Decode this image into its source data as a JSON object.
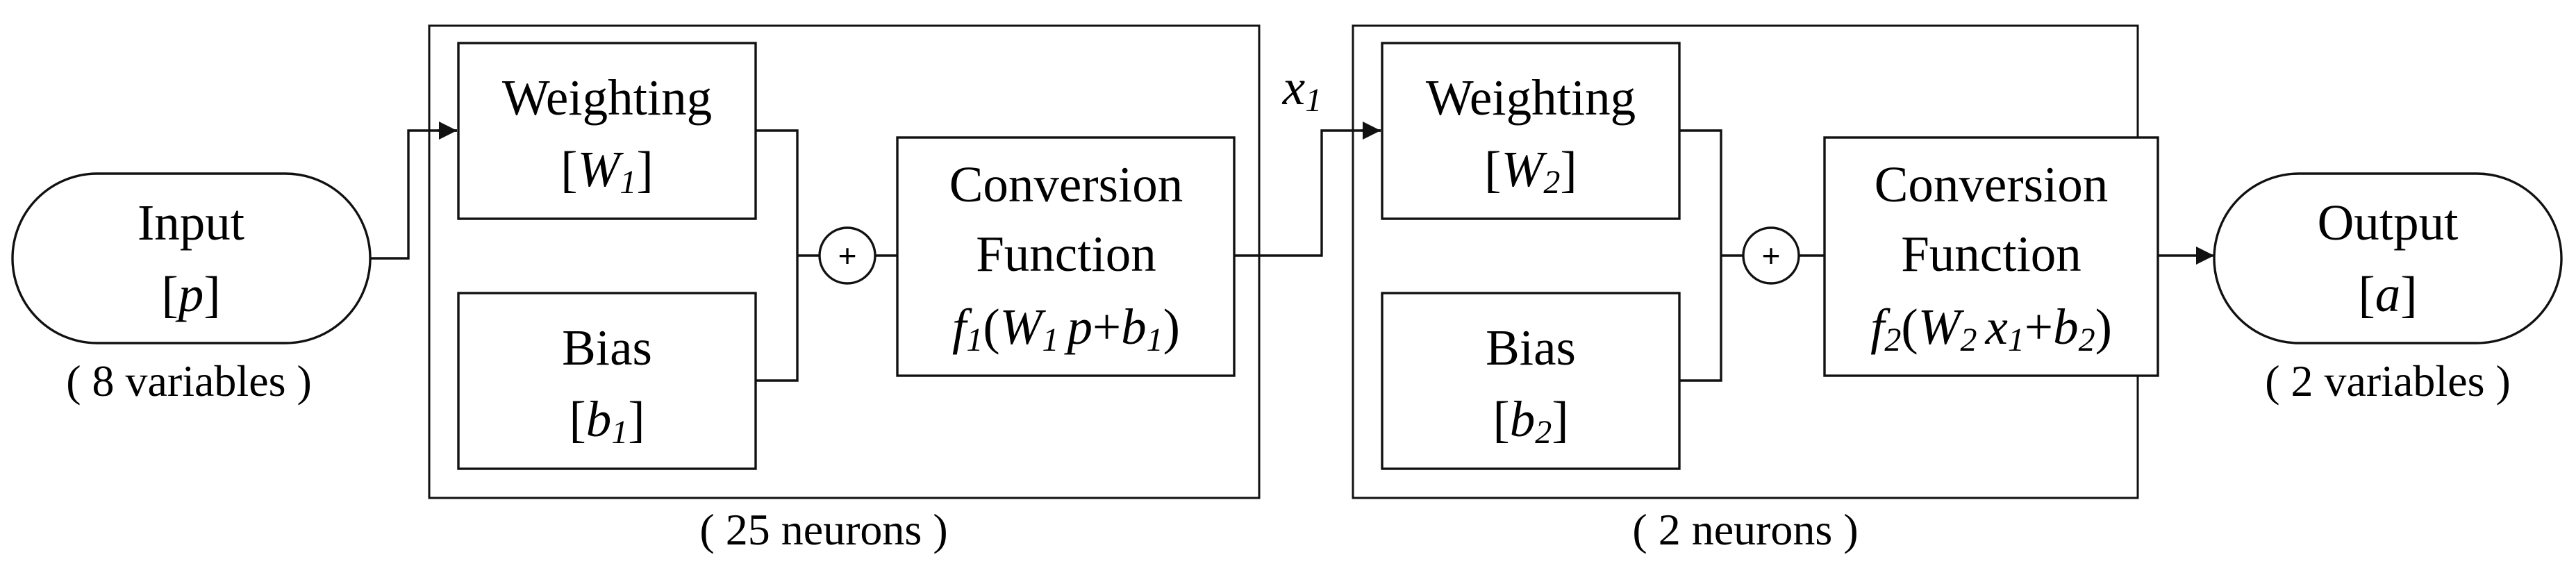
{
  "input": {
    "line1": "Input",
    "symbol": "p",
    "note": "( 8 variables )"
  },
  "output": {
    "line1": "Output",
    "symbol": "a",
    "note": "( 2 variables )"
  },
  "layer1": {
    "weighting": {
      "title": "Weighting",
      "symbol": "W",
      "sub": "1"
    },
    "bias": {
      "title": "Bias",
      "symbol": "b",
      "sub": "1"
    },
    "conversion": {
      "line1": "Conversion",
      "line2": "Function",
      "formula": {
        "f": "f",
        "f_sub": "1",
        "open": "(",
        "w": "W",
        "w_sub": "1",
        "x": "p",
        "plus": "+",
        "b": "b",
        "b_sub": "1",
        "close": ")"
      }
    },
    "caption": "( 25 neurons )"
  },
  "layer2": {
    "weighting": {
      "title": "Weighting",
      "symbol": "W",
      "sub": "2"
    },
    "bias": {
      "title": "Bias",
      "symbol": "b",
      "sub": "2"
    },
    "conversion": {
      "line1": "Conversion",
      "line2": "Function",
      "formula": {
        "f": "f",
        "f_sub": "2",
        "open": "(",
        "w": "W",
        "w_sub": "2",
        "x": "x",
        "x_sub": "1",
        "plus": "+",
        "b": "b",
        "b_sub": "2",
        "close": ")"
      }
    },
    "caption": "( 2 neurons )"
  },
  "signal": {
    "x": "x",
    "sub": "1"
  },
  "sum_symbol": "+"
}
